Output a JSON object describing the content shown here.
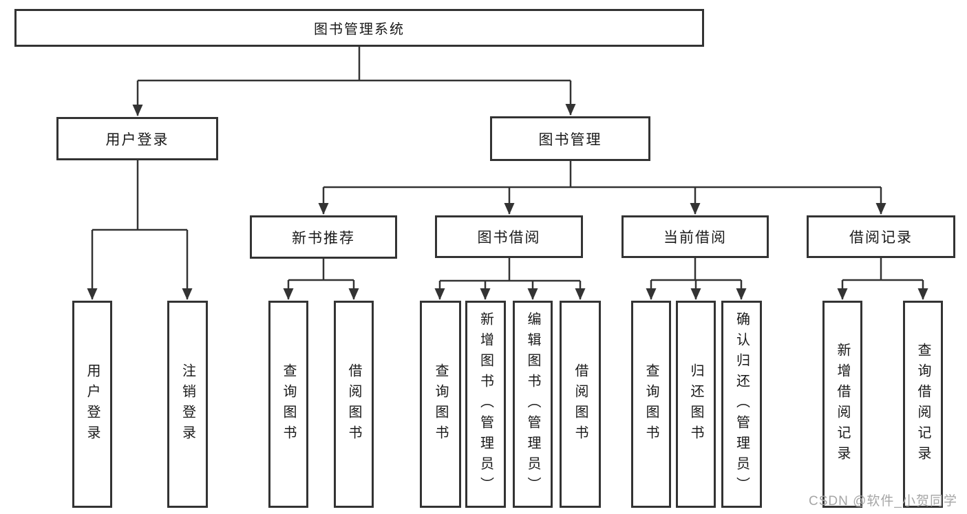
{
  "nodes": {
    "root": {
      "label": "图书管理系统"
    },
    "level2": [
      {
        "id": "user-login",
        "label": "用户登录",
        "parent": "图书管理系统"
      },
      {
        "id": "book-management",
        "label": "图书管理",
        "parent": "图书管理系统"
      }
    ],
    "level3": [
      {
        "id": "new-book-recommend",
        "label": "新书推荐",
        "parent": "图书管理"
      },
      {
        "id": "book-borrow",
        "label": "图书借阅",
        "parent": "图书管理"
      },
      {
        "id": "current-borrow",
        "label": "当前借阅",
        "parent": "图书管理"
      },
      {
        "id": "borrow-records",
        "label": "借阅记录",
        "parent": "图书管理"
      }
    ],
    "leaves": [
      {
        "id": "user-login-leaf",
        "label": "用户登录",
        "parent": "用户登录"
      },
      {
        "id": "logout",
        "label": "注销登录",
        "parent": "用户登录"
      },
      {
        "id": "nb-query-books",
        "label": "查询图书",
        "parent": "新书推荐"
      },
      {
        "id": "nb-borrow-books",
        "label": "借阅图书",
        "parent": "新书推荐"
      },
      {
        "id": "bb-query-books",
        "label": "查询图书",
        "parent": "图书借阅"
      },
      {
        "id": "bb-add-books-admin",
        "label": "新增图书（管理员）",
        "parent": "图书借阅"
      },
      {
        "id": "bb-edit-books-admin",
        "label": "编辑图书（管理员）",
        "parent": "图书借阅"
      },
      {
        "id": "bb-borrow-books",
        "label": "借阅图书",
        "parent": "图书借阅"
      },
      {
        "id": "cb-query-books",
        "label": "查询图书",
        "parent": "当前借阅"
      },
      {
        "id": "cb-return-books",
        "label": "归还图书",
        "parent": "当前借阅"
      },
      {
        "id": "cb-confirm-return-admin",
        "label": "确认归还（管理员）",
        "parent": "当前借阅"
      },
      {
        "id": "br-add-record",
        "label": "新增借阅记录",
        "parent": "借阅记录"
      },
      {
        "id": "br-query-record",
        "label": "查询借阅记录",
        "parent": "借阅记录"
      }
    ]
  },
  "watermark": {
    "text": "CSDN @软件_小贺同学"
  },
  "colors": {
    "line": "#333333",
    "text": "#1a1a1a",
    "watermark": "#a6a6a6",
    "background": "#ffffff"
  }
}
